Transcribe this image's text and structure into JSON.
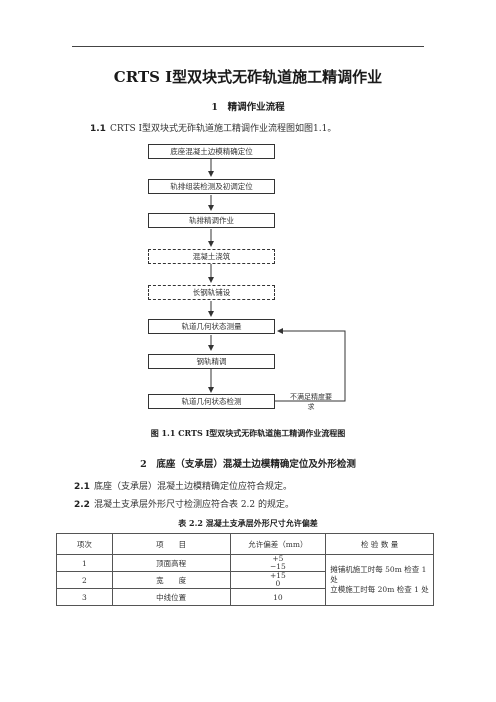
{
  "doc": {
    "title": "CRTS Ⅰ型双块式无砟轨道施工精调作业",
    "section1": {
      "num": "1",
      "title": "精调作业流程"
    },
    "para1_1": {
      "num": "1.1",
      "text": "CRTS Ⅰ型双块式无砟轨道施工精调作业流程图如图1.1。"
    },
    "flow": {
      "steps": [
        "底座混凝土边模精确定位",
        "轨排组装检测及初调定位",
        "轨排精调作业",
        "混凝土浇筑",
        "长钢轨铺设",
        "轨道几何状态测量",
        "钢轨精调",
        "轨道几何状态检测"
      ],
      "loop_note": "不满足精度要求"
    },
    "figure_caption": "图 1.1 CRTS Ⅰ型双块式无砟轨道施工精调作业流程图",
    "section2": {
      "num": "2",
      "title": "底座（支承层）混凝土边模精确定位及外形检测"
    },
    "para2_1": {
      "num": "2.1",
      "text": "底座（支承层）混凝土边模精确定位应符合规定。"
    },
    "para2_2": {
      "num": "2.2",
      "text": "混凝土支承层外形尺寸检测应符合表 2.2 的规定。"
    },
    "table_caption": "表 2.2 混凝土支承层外形尺寸允许偏差",
    "table": {
      "headers": {
        "no": "项次",
        "item": "项　　目",
        "tol": "允许偏差（mm）",
        "qty": "检 验 数 量"
      },
      "rows": [
        {
          "no": "1",
          "item": "顶面高程",
          "tol_a": "+5",
          "tol_b": "−15"
        },
        {
          "no": "2",
          "item": "宽　　度",
          "tol_a": "+15",
          "tol_b": "0"
        },
        {
          "no": "3",
          "item": "中线位置",
          "tol_a": "10",
          "tol_b": ""
        }
      ],
      "qty_note_1": "摊铺机施工时每 50m 检查 1 处",
      "qty_note_2": "立模施工时每 20m 检查 1 处"
    }
  }
}
